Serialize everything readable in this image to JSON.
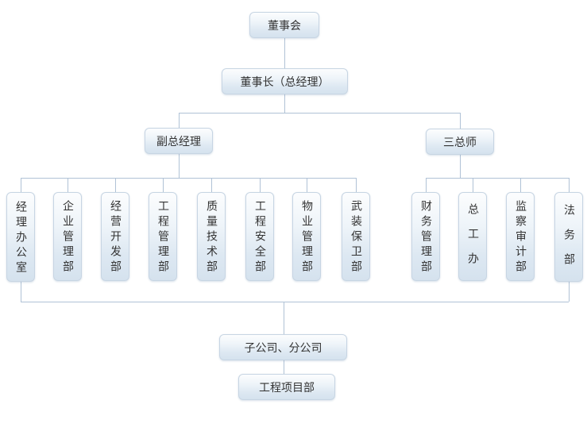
{
  "diagram": {
    "type": "org-chart",
    "nodes": {
      "board": "董事会",
      "chairman": "董事长（总经理）",
      "deputy_gm": "副总经理",
      "three_chiefs": "三总师",
      "left_departments": [
        "经理办公室",
        "企业管理部",
        "经营开发部",
        "工程管理部",
        "质量技术部",
        "工程安全部",
        "物业管理部",
        "武装保卫部"
      ],
      "right_departments": [
        "财务管理部",
        "总工办",
        "监察审计部",
        "法务部"
      ],
      "subsidiaries": "子公司、分公司",
      "project_department": "工程项目部"
    },
    "hierarchy": {
      "董事会": [
        "董事长（总经理）"
      ],
      "董事长（总经理）": [
        "副总经理",
        "三总师"
      ],
      "副总经理": [
        "经理办公室",
        "企业管理部",
        "经营开发部",
        "工程管理部",
        "质量技术部",
        "工程安全部",
        "物业管理部",
        "武装保卫部"
      ],
      "三总师": [
        "财务管理部",
        "总工办",
        "监察审计部",
        "法务部"
      ],
      "all_departments": [
        "子公司、分公司"
      ],
      "子公司、分公司": [
        "工程项目部"
      ]
    },
    "colors": {
      "background": "#ffffff",
      "node_fill_top": "#fcfdfe",
      "node_fill_bottom": "#d5e2ee",
      "node_border": "#c7d5e3",
      "connector": "#b0c2d6",
      "text": "#333333"
    }
  }
}
